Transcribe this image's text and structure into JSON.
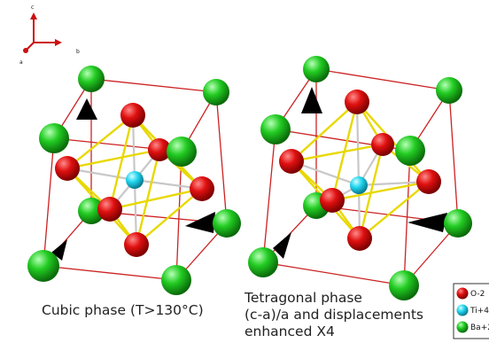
{
  "axes": {
    "c": "c",
    "a": "a",
    "b": "b"
  },
  "captions": {
    "cubic": "Cubic phase (T>130°C)",
    "tetragonal_1": "Tetragonal phase",
    "tetragonal_2": "(c-a)/a and displacements",
    "tetragonal_3": "enhanced X4"
  },
  "legend": [
    {
      "label": "O-2",
      "color": "#e01010"
    },
    {
      "label": "Ti+4",
      "color": "#22d8f0"
    },
    {
      "label": "Ba+2",
      "color": "#22cc22"
    }
  ],
  "colors": {
    "cell_edge": "#cc2222",
    "o_ti_bond": "#e8d800",
    "ti_o_bond": "#c8c8c8",
    "arrow": "#000000"
  }
}
